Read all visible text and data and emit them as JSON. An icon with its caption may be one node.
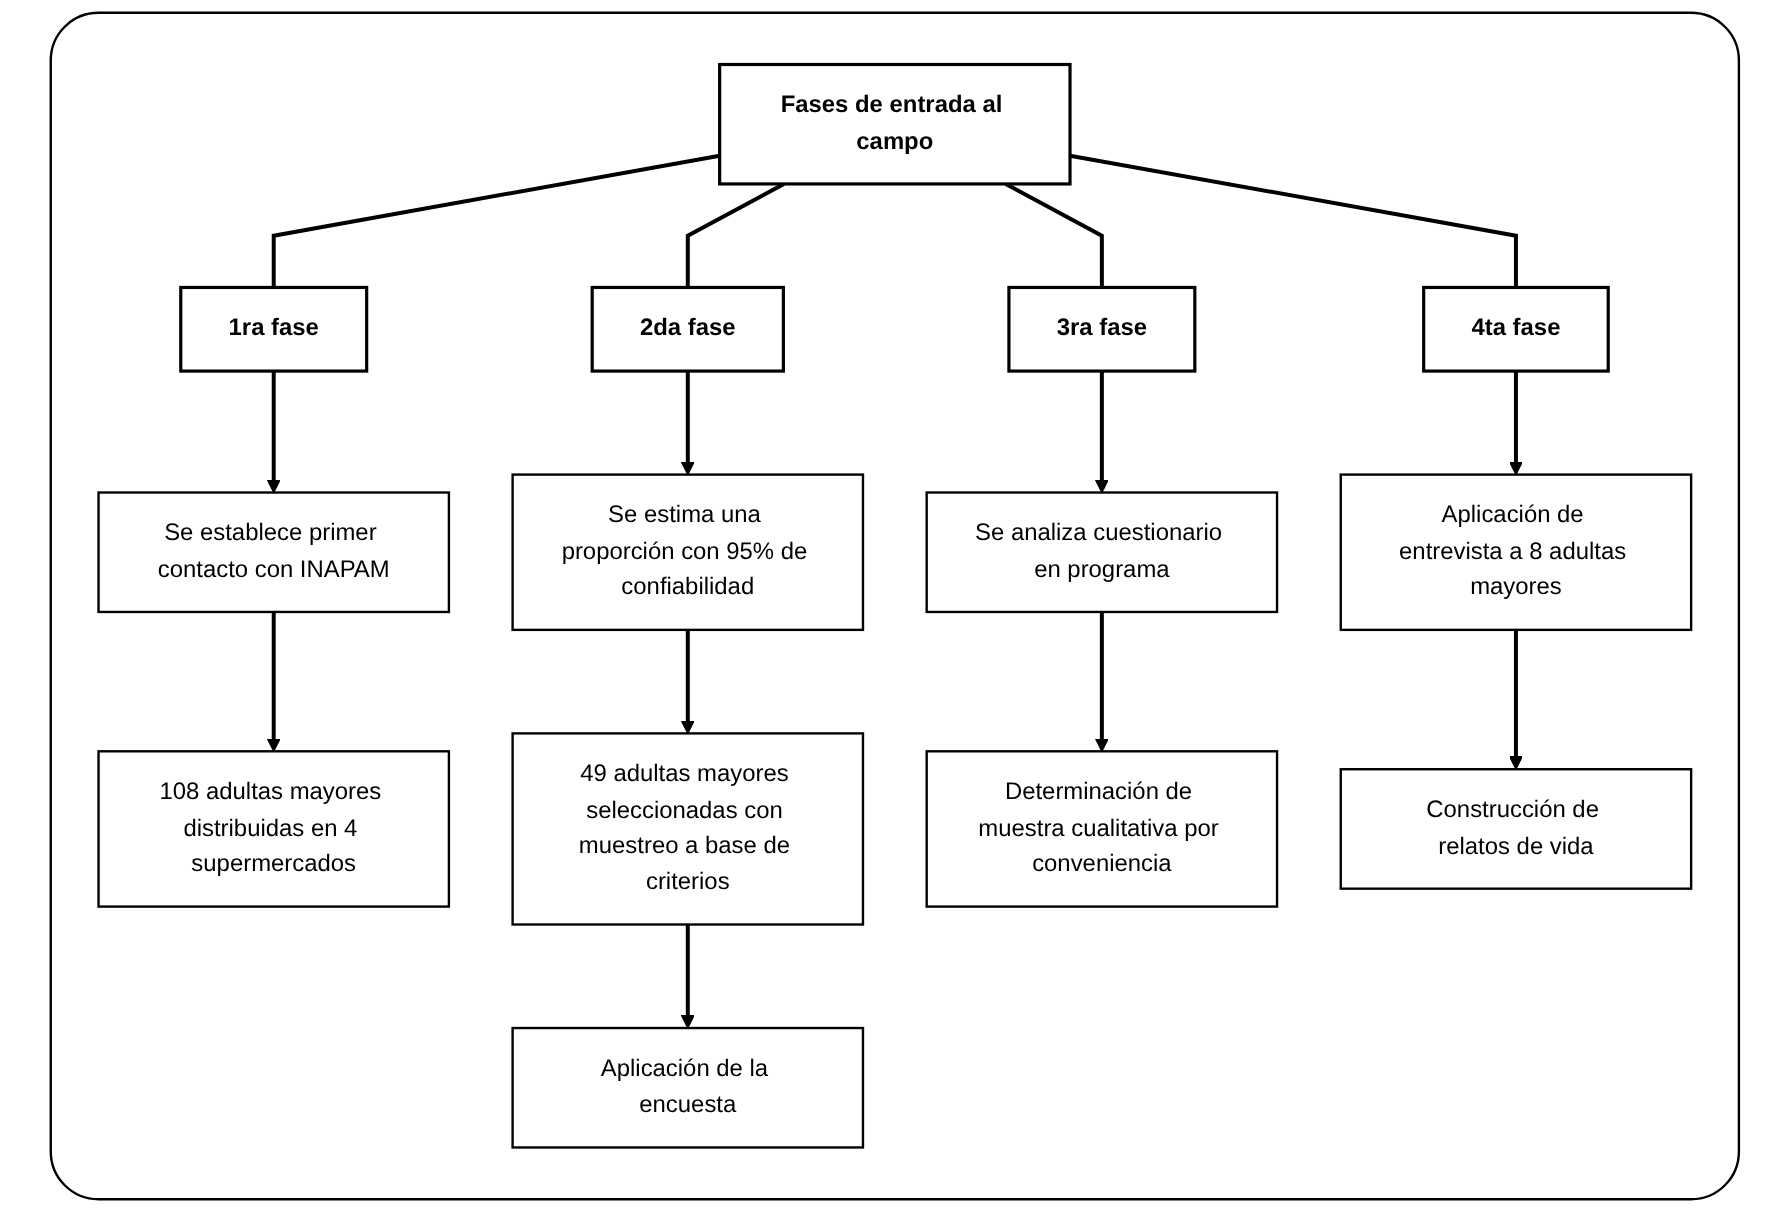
{
  "diagram": {
    "nodes": [
      {
        "text": [],
        "shape": "box"
      },
      {
        "text": [
          "Fases de entrada al campo"
        ],
        "in": 0
      },
      {
        "text": [
          "1ra fase"
        ],
        "in": 0
      },
      {
        "text": [
          "Se establece primer contacto con INAPAM"
        ],
        "in": 0
      },
      {
        "text": [
          "108 adultas mayores distribuidas en 4 supermercados"
        ],
        "in": 0
      },
      {
        "text": [
          "2da fase"
        ],
        "in": 0
      },
      {
        "text": [
          "Se estima una proporción con 95% de confiabilidad"
        ],
        "in": 0
      },
      {
        "text": [
          "49 adultas mayores seleccionadas con muestreo a base de criterios"
        ],
        "in": 0
      },
      {
        "text": [
          "Aplicación de la encuesta"
        ],
        "in": 0
      },
      {
        "text": [
          "3ra fase"
        ],
        "in": 0
      },
      {
        "text": [
          "Se analiza cuestionario en programa"
        ],
        "in": 0
      },
      {
        "text": [
          "Determinación de muestra cualitativa por conveniencia"
        ],
        "in": 0
      },
      {
        "text": [
          "4ta fase"
        ],
        "in": 0
      },
      {
        "text": [
          "Aplicación de entrevista a 8 adultas mayores"
        ],
        "in": 0
      },
      {
        "text": [
          "Construcción de relatos de vida"
        ],
        "in": 0
      }
    ],
    "edges": [
      {
        "from": 1,
        "to": 2,
        "arrow": "none"
      },
      {
        "from": 1,
        "to": 5,
        "arrow": "none"
      },
      {
        "from": 1,
        "to": 9,
        "arrow": "none"
      },
      {
        "from": 1,
        "to": 12,
        "arrow": "none"
      },
      {
        "from": 2,
        "to": 3,
        "arrow": "to"
      },
      {
        "from": 3,
        "to": 4,
        "arrow": "to"
      },
      {
        "from": 5,
        "to": 6,
        "arrow": "to"
      },
      {
        "from": 6,
        "to": 7,
        "arrow": "to"
      },
      {
        "from": 7,
        "to": 8,
        "arrow": "to"
      },
      {
        "from": 9,
        "to": 10,
        "arrow": "to"
      },
      {
        "from": 10,
        "to": 11,
        "arrow": "to"
      },
      {
        "from": 12,
        "to": 13,
        "arrow": "to"
      },
      {
        "from": 13,
        "to": 14,
        "arrow": "to"
      }
    ]
  }
}
